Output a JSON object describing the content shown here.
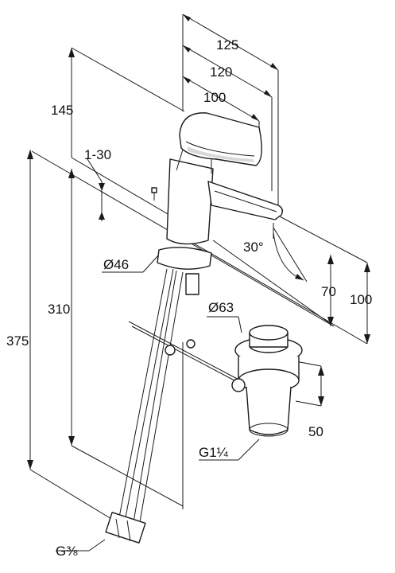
{
  "dimensions": {
    "d125": "125",
    "d120": "120",
    "d100_top": "100",
    "d145": "145",
    "d1_30": "1-30",
    "d30deg": "30°",
    "d46": "Ø46",
    "d310": "310",
    "d375": "375",
    "d63": "Ø63",
    "d70": "70",
    "d100_right": "100",
    "d50": "50",
    "g114": "G1¼",
    "g38": "G⅜"
  }
}
